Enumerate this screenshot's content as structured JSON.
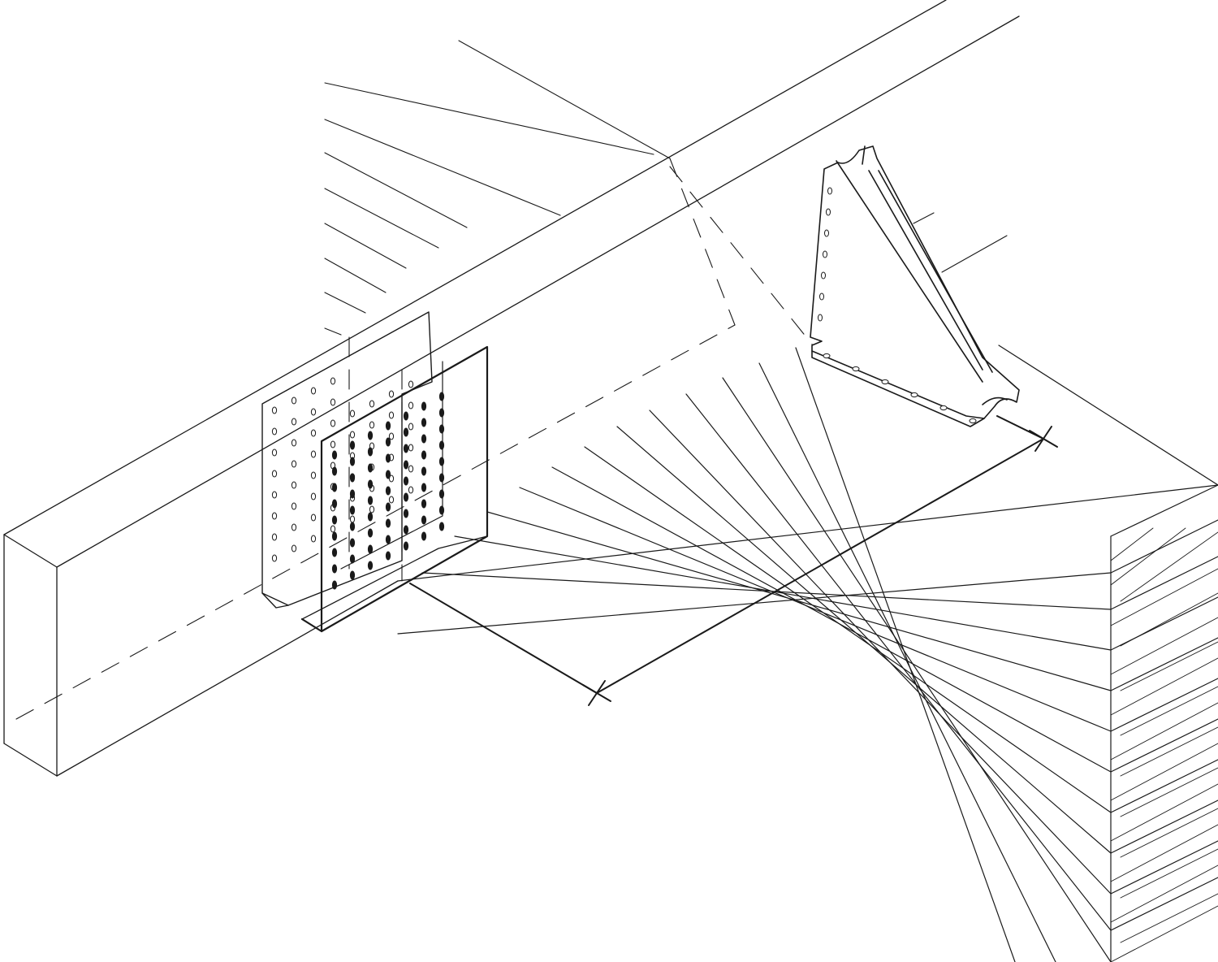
{
  "drawing": {
    "kind": "isometric technical line drawing",
    "ink_color": "#1a1a1a",
    "paper_color": "#ffffff",
    "components": [
      {
        "id": "timber-beam",
        "label": ""
      },
      {
        "id": "glulam-block",
        "label": ""
      },
      {
        "id": "rear-connector-plate",
        "label": ""
      },
      {
        "id": "front-connector-plate",
        "label": ""
      },
      {
        "id": "triangular-bracket",
        "label": ""
      },
      {
        "id": "dimension-line",
        "label": ""
      }
    ]
  }
}
